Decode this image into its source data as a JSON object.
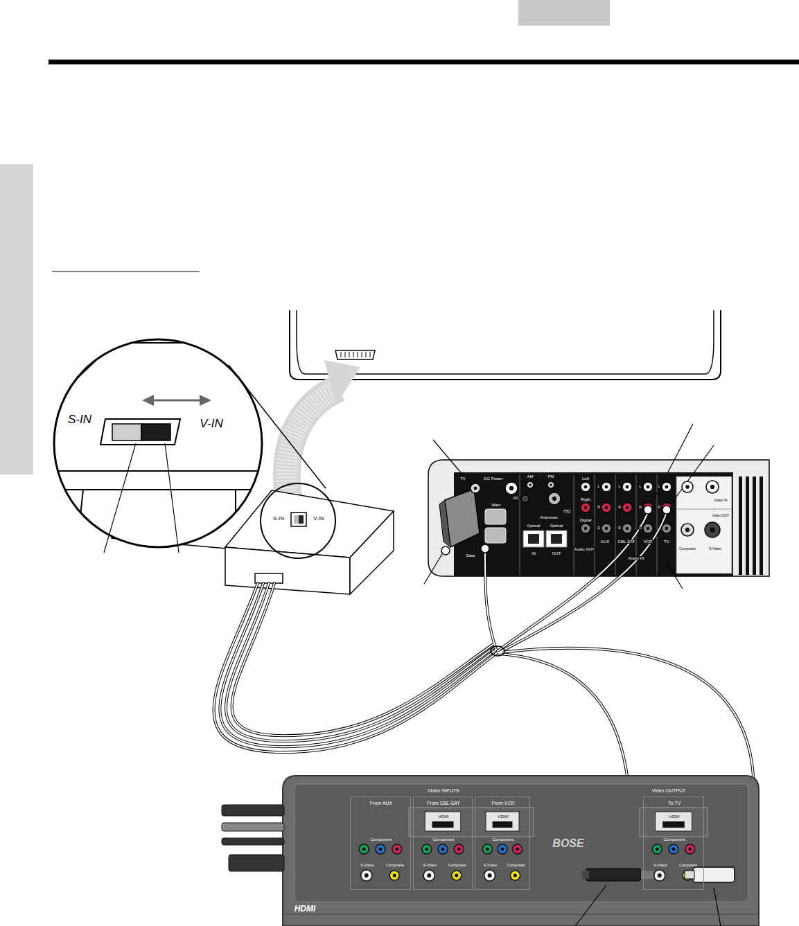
{
  "diagram": {
    "nodes": [
      {
        "text": [
          "From AUX",
          "Component",
          "S-Video",
          "Composite"
        ]
      },
      {
        "text": [
          "From CBL-SAT",
          "HDMI",
          "Component",
          "S-Video",
          "Composite"
        ]
      },
      {
        "text": [
          "From VCR",
          "HDMI",
          "Component",
          "S-Video",
          "Composite"
        ]
      },
      {
        "text": [
          "To TV",
          "HDMI",
          "Component",
          "S-Video",
          "Composite"
        ]
      }
    ],
    "labels": [
      "S-IN",
      "V-IN",
      "S-IN",
      "V-IN",
      "TV",
      "DC Power",
      "AM",
      "FM",
      "RC",
      "75Ω",
      "Antennas",
      "Main",
      "Data",
      "Optical",
      "Optical",
      "IN",
      "OUT",
      "Left",
      "Right",
      "Digital",
      "Audio OUT",
      "L",
      "R",
      "D",
      "L",
      "R",
      "D",
      "L",
      "R",
      "D",
      "L",
      "R",
      "AUX",
      "CBL-SAT",
      "VCR",
      "TV",
      "Audio IN",
      "Video IN",
      "Video OUT",
      "Composite",
      "S-Video",
      "Video INPUTS",
      "Video OUTPUT",
      "BOSE",
      "HDMI"
    ]
  }
}
